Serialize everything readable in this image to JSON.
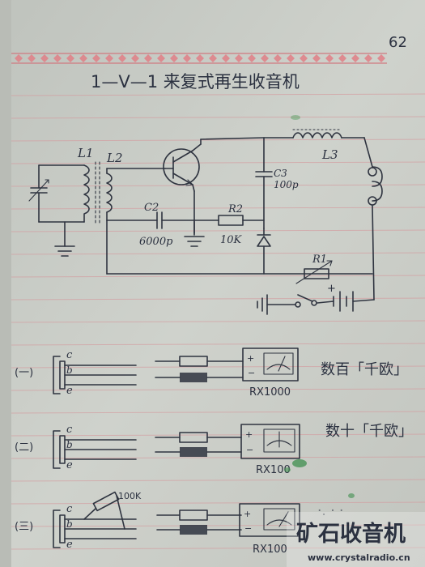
{
  "page": {
    "number": "62",
    "title": "1—V—1 来复式再生收音机"
  },
  "circuit": {
    "labels": {
      "l1": "L1",
      "l2": "L2",
      "l3": "L3",
      "c2": "C2",
      "c2_value": "6000p",
      "c3": "C3",
      "c3_value": "100p",
      "r2": "R2",
      "r2_value": "10K",
      "r1": "R1",
      "battery_plus": "+"
    }
  },
  "tests": [
    {
      "index": "(一)",
      "pin_c": "c",
      "pin_b": "b",
      "pin_e": "e",
      "range": "RX1000",
      "result": "数百「千欧」"
    },
    {
      "index": "(二)",
      "pin_c": "c",
      "pin_b": "b",
      "pin_e": "e",
      "range": "RX100",
      "result": "数十「千欧」"
    },
    {
      "index": "(三)",
      "pin_c": "c",
      "pin_b": "b",
      "pin_e": "e",
      "range": "RX100",
      "resistor": "100K"
    }
  ],
  "watermark": {
    "name": "矿石收音机",
    "url": "www.crystalradio.cn"
  },
  "colors": {
    "paper": "#c9ccc6",
    "ink": "#2f3440",
    "margin_line": "#d49a9e",
    "watermark": "#e4552a"
  }
}
